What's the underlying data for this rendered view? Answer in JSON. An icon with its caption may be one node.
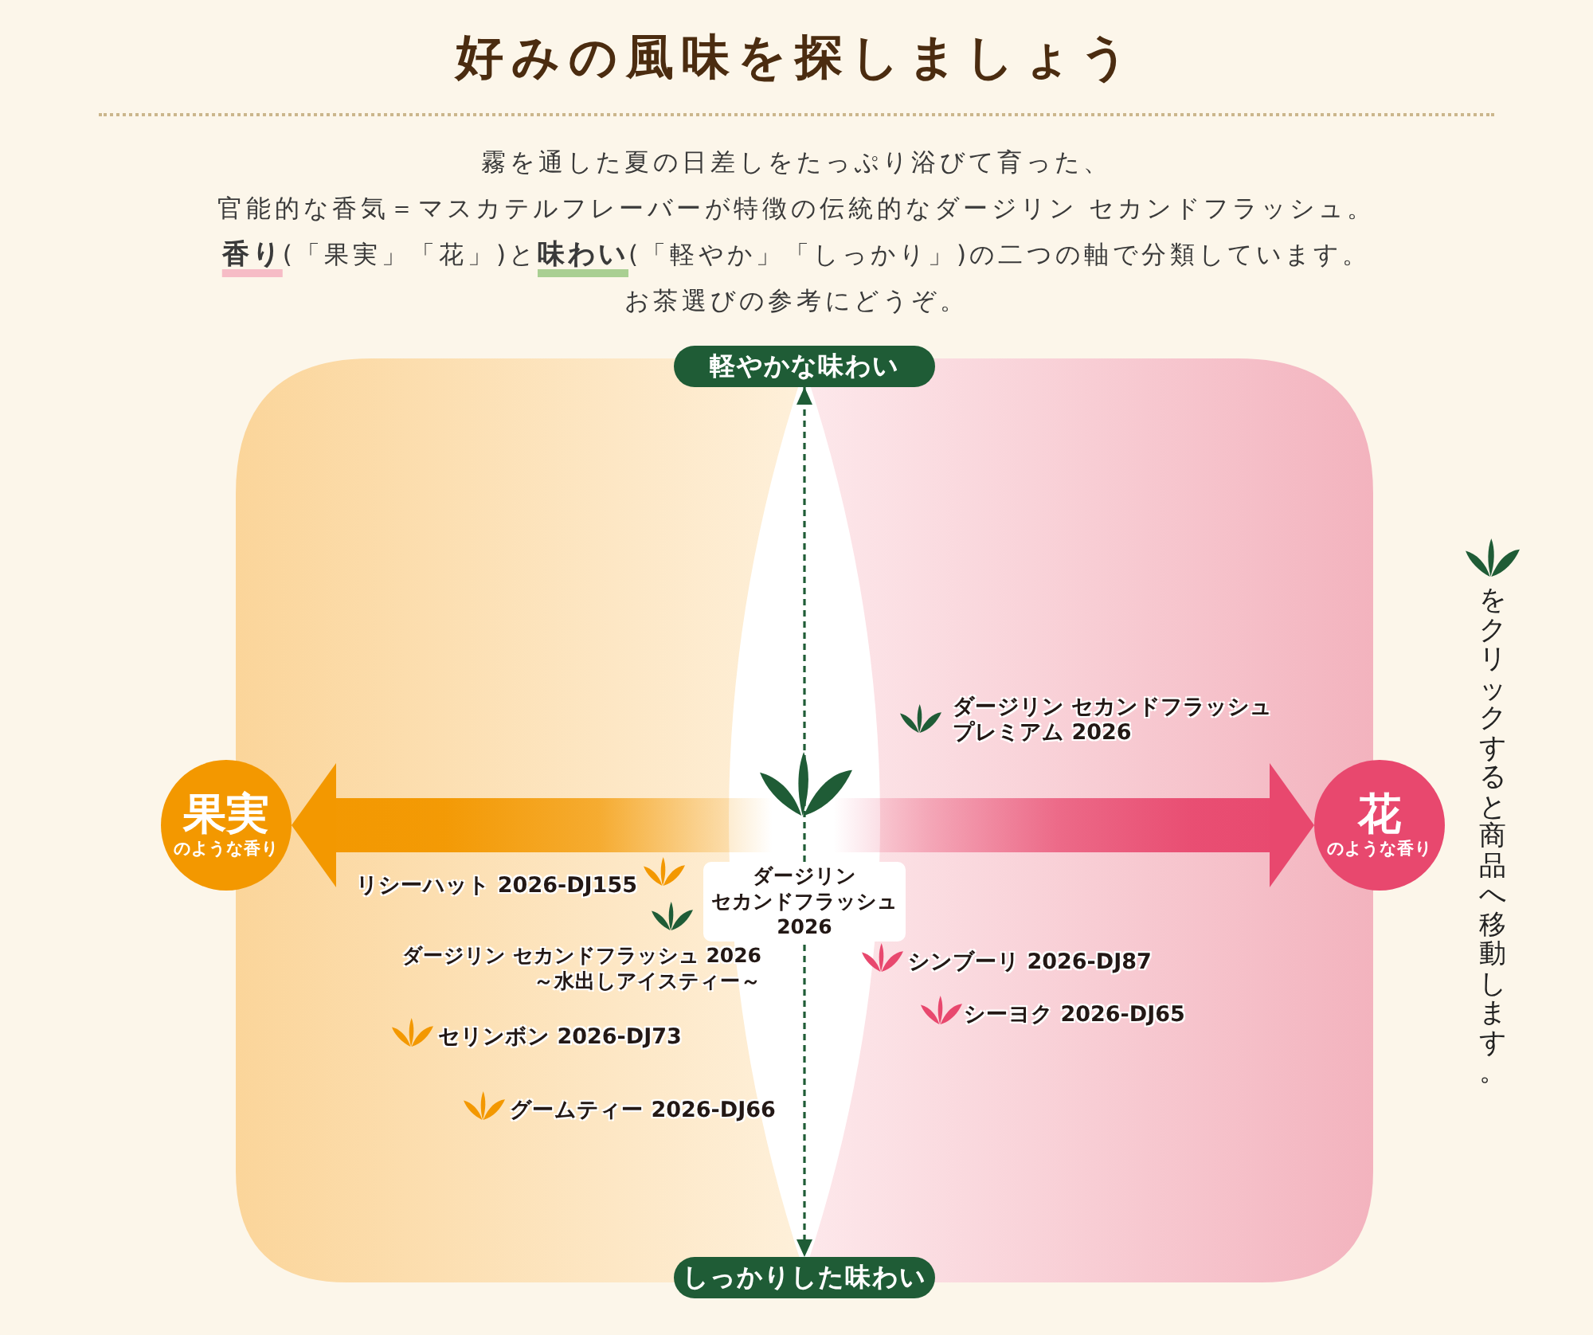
{
  "diagram": {
    "title": "好みの風味を探しましょう",
    "nodes": [
      {
        "text": [
          "軽やかな味わい"
        ]
      },
      {
        "text": [
          "果実",
          "のような香り"
        ]
      },
      {
        "text": [
          "花",
          "のような香り"
        ]
      },
      {
        "text": [
          "しっかりした味わい"
        ]
      }
    ],
    "edges": [
      {
        "from": 1,
        "to": 2,
        "arrow": "both",
        "style": "thick"
      },
      {
        "from": 0,
        "to": 3,
        "arrow": "both",
        "style": "dashed",
        "color": "#1f5c36"
      }
    ],
    "labels": [
      "霧を通した夏の日差しをたっぷり浴びて育った、官能的な香気＝マスカテルフレーバーが特徴の伝統的なダージリン セカンドフラッシュ。",
      "**香り**(「果実」「花」)と**味わい**(「軽やか」「しっかり」)の二つの軸で分類しています。",
      "お茶選びの参考にどうぞ。",
      "ダージリン セカンドフラッシュプレミアム 2026",
      "ダージリンセカンドフラッシュ2026",
      "リシーハット 2026-DJ155",
      "ダージリン セカンドフラッシュ 2026～水出しアイスティー～",
      "シンブーリ 2026-DJ87",
      "シーヨク 2026-DJ65",
      "セリンボン 2026-DJ73",
      "グームティー 2026-DJ66",
      "をクリックすると商品へ移動します。"
    ]
  }
}
